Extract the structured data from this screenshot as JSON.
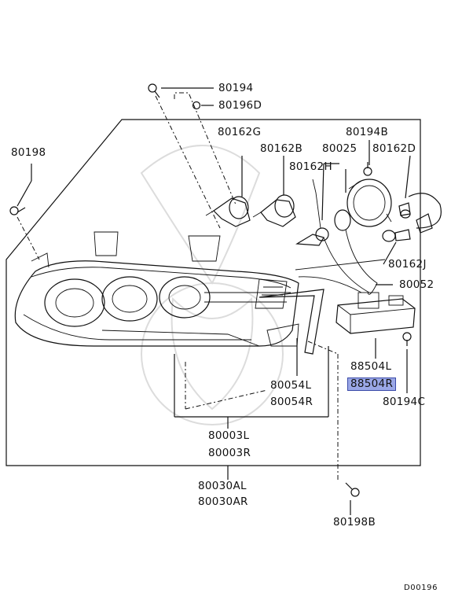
{
  "labels": {
    "p80194": "80194",
    "p80196D": "80196D",
    "p80198": "80198",
    "p80162G": "80162G",
    "p80162B": "80162B",
    "p80025": "80025",
    "p80194B": "80194B",
    "p80162D": "80162D",
    "p80162H": "80162H",
    "p80162J": "80162J",
    "p80052": "80052",
    "p88504L": "88504L",
    "p88504R": "88504R",
    "p80194C": "80194C",
    "p80054L": "80054L",
    "p80054R": "80054R",
    "p80003L": "80003L",
    "p80003R": "80003R",
    "p80030AL": "80030AL",
    "p80030AR": "80030AR",
    "p80198B": "80198B",
    "diagram_code": "D00196"
  },
  "highlight": {
    "part": "88504R",
    "color": "#9aa7e6"
  }
}
